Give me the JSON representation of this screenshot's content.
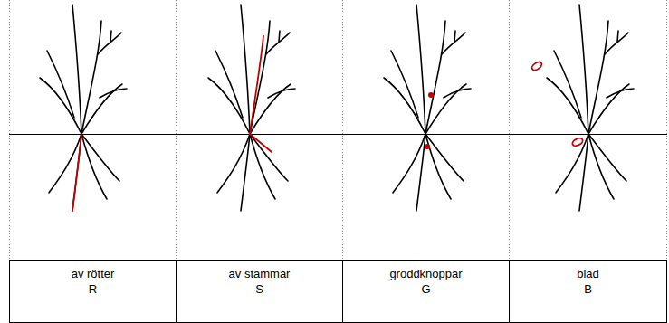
{
  "diagram": {
    "labels": [
      "av rötter",
      "R",
      "av stammar",
      "S",
      "groddknoppar",
      "G",
      "blad",
      "B"
    ]
  }
}
